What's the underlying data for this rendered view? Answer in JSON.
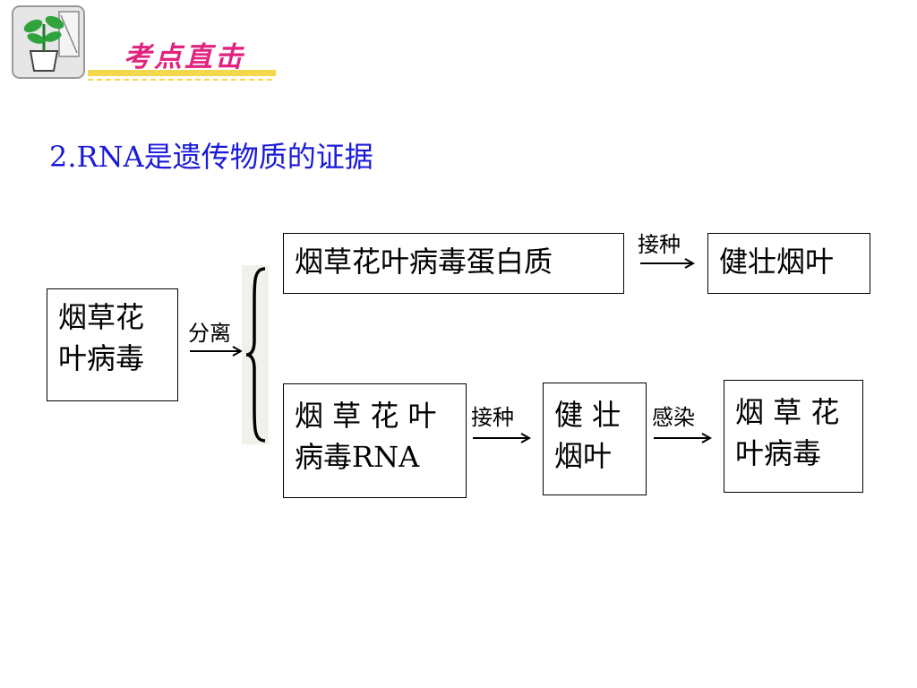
{
  "header": {
    "title": "考点直击",
    "logo_icon": "potted-plant-icon",
    "accent_color": "#e0237f"
  },
  "section_heading": "2.RNA是遗传物质的证据",
  "diagram": {
    "source_box": [
      "烟草花",
      "叶病毒"
    ],
    "separate_label": "分离",
    "top_branch": {
      "component": "烟草花叶病毒蛋白质",
      "inoculate_label": "接种",
      "result": "健壮烟叶"
    },
    "bottom_branch": {
      "component": [
        "烟 草 花 叶",
        "病毒RNA"
      ],
      "inoculate_label": "接种",
      "leaf": [
        "健 壮",
        "烟叶"
      ],
      "infect_label": "感染",
      "result": [
        "烟 草 花",
        "叶病毒"
      ]
    }
  }
}
